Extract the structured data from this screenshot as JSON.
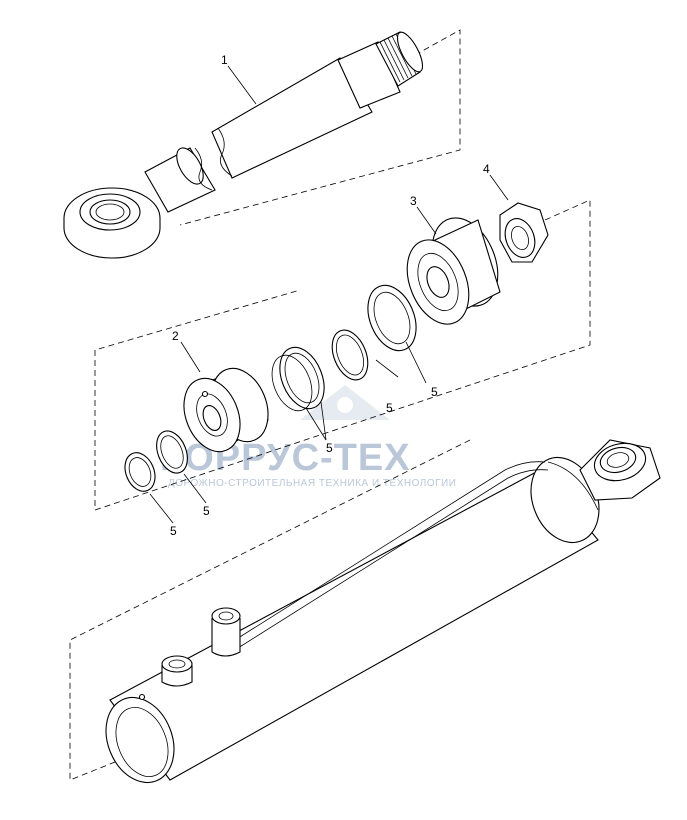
{
  "callouts": {
    "rod": "1",
    "piston": "2",
    "gland": "3",
    "nut": "4",
    "seal_a": "5",
    "seal_b": "5",
    "seal_c": "5",
    "seal_d": "5",
    "seal_e": "5"
  },
  "watermark": {
    "title": "КОРРУС-ТЕХ",
    "subtitle": "ДОРОЖНО-СТРОИТЕЛЬНАЯ ТЕХНИКА И ТЕХНОЛОГИИ"
  }
}
